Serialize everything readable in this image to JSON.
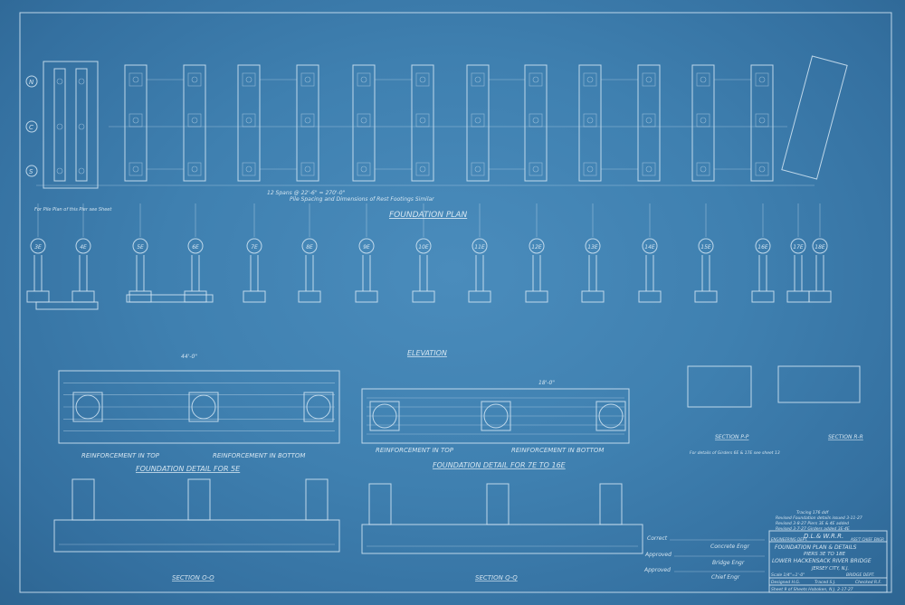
{
  "plan": {
    "title": "FOUNDATION PLAN",
    "spans_note": "12 Spans @ 22'-6\" = 270'-0\"",
    "spacing_note": "Pile Spacing and Dimensions of Rest Footings Similar",
    "pile_note": "For Pile Plan of this Pier see Sheet",
    "axis_labels": [
      "N",
      "C",
      "S"
    ]
  },
  "elevation": {
    "title": "ELEVATION",
    "piers": [
      "3E",
      "4E",
      "5E",
      "6E",
      "7E",
      "8E",
      "9E",
      "10E",
      "11E",
      "12E",
      "13E",
      "14E",
      "15E",
      "16E",
      "17E",
      "18E"
    ]
  },
  "details": {
    "detail_5e_title": "FOUNDATION DETAIL FOR 5E",
    "detail_7e_title": "FOUNDATION DETAIL FOR 7E TO 16E",
    "reinf_top": "REINFORCEMENT IN TOP",
    "reinf_bottom": "REINFORCEMENT IN BOTTOM",
    "dim_44": "44'-0\"",
    "dim_18": "18'-0\"",
    "section_oo": "SECTION O-O",
    "section_qq": "SECTION Q-Q",
    "section_pp": "SECTION P-P",
    "section_rr": "SECTION R-R",
    "note_pp": "For details of Girders 6E & 17E see sheet 13"
  },
  "approvals": {
    "correct": "Correct",
    "concrete_engr": "Concrete Engr",
    "approved1": "Approved",
    "bridge_engr": "Bridge Engr",
    "approved2": "Approved",
    "chief_engr": "Chief Engr"
  },
  "revisions": [
    "Tracing 176 ddf",
    "Revised Foundation details issued 3-11-27",
    "Revised 3-8-27 Piers 3E & 4E added",
    "Revised 3-7-27 Girders added 3E-4E"
  ],
  "title_block": {
    "railroad": "D.L.& W.R.R.",
    "dept": "ENGINEERING DEPT.",
    "office": "ASS'T CHIEF ENGR",
    "title1": "FOUNDATION PLAN & DETAILS",
    "title2": "PIERS 3E TO 18E",
    "title3": "LOWER HACKENSACK RIVER BRIDGE",
    "location": "JERSEY CITY, N.J.",
    "scale": "Scale 1/4\"=1'-0\"",
    "bridge_dept": "BRIDGE DEPT.",
    "designed": "Designed H.G.",
    "traced": "Traced S.J.",
    "checked": "Checked R.F.",
    "sheet": "Sheet 9 of   Sheets   Hoboken, N.J. 2-17-27"
  }
}
